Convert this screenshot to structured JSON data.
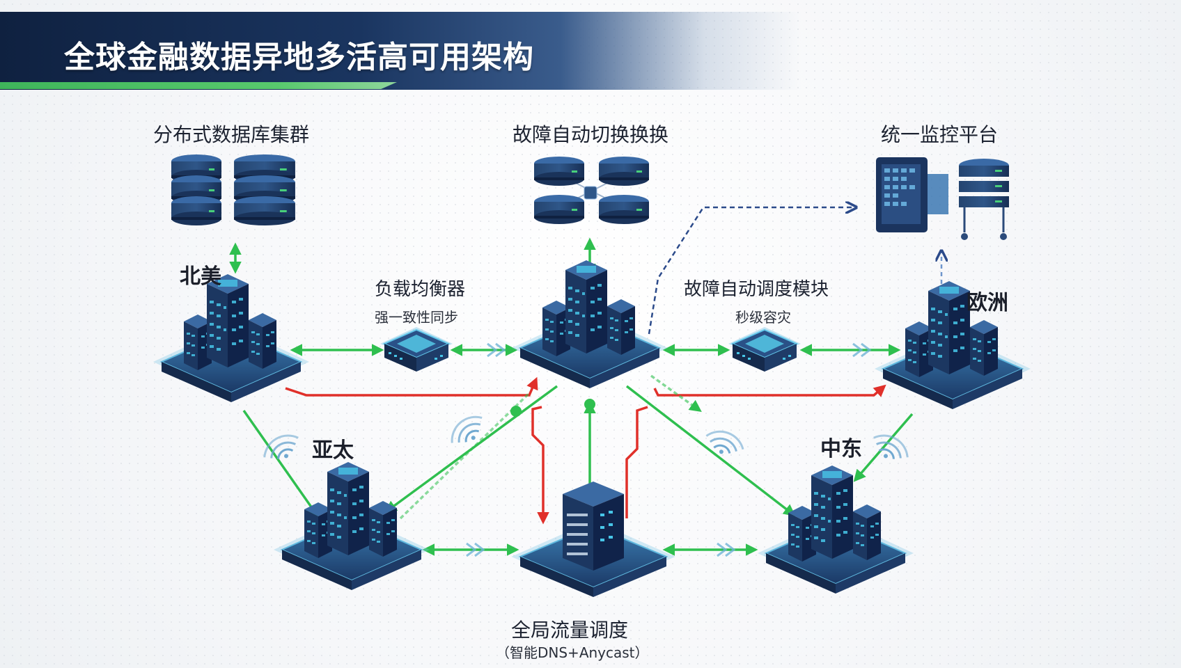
{
  "title": "全球金融数据异地多活高可用架构",
  "components": {
    "db_cluster": "分布式数据库集群",
    "failover": "故障自动切换换换",
    "monitoring": "统一监控平台",
    "load_balancer": "负载均衡器",
    "load_balancer_sub": "强一致性同步",
    "scheduler": "故障自动调度模块",
    "scheduler_sub": "秒级容灾",
    "traffic": "全局流量调度",
    "traffic_sub": "（智能DNS+Anycast）"
  },
  "regions": {
    "north_america": "北美",
    "europe": "欧洲",
    "asia_pacific": "亚太",
    "middle_east": "中东"
  },
  "colors": {
    "banner": "#12284a",
    "accent_green": "#2fbf4f",
    "link_red": "#e0302a",
    "dashed_blue": "#2b4a8a",
    "building": "#1f3d6b",
    "platform_glow": "#3aa7d6"
  }
}
